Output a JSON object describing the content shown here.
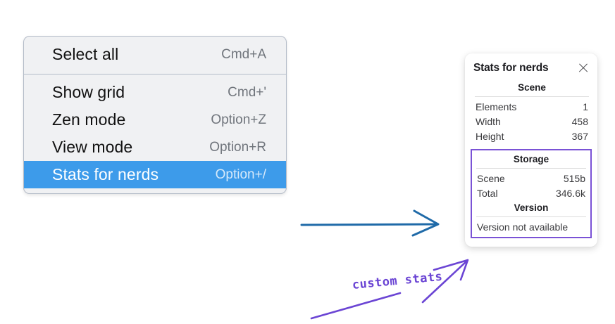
{
  "menu": {
    "sections": [
      {
        "items": [
          {
            "label": "Select all",
            "shortcut": "Cmd+A",
            "selected": false
          }
        ]
      },
      {
        "items": [
          {
            "label": "Show grid",
            "shortcut": "Cmd+'",
            "selected": false
          },
          {
            "label": "Zen mode",
            "shortcut": "Option+Z",
            "selected": false
          },
          {
            "label": "View mode",
            "shortcut": "Option+R",
            "selected": false
          },
          {
            "label": "Stats for nerds",
            "shortcut": "Option+/",
            "selected": true
          }
        ]
      }
    ]
  },
  "stats_panel": {
    "title": "Stats for nerds",
    "close_icon": "close-icon",
    "sections": [
      {
        "heading": "Scene",
        "rows": [
          {
            "key": "Elements",
            "value": "1"
          },
          {
            "key": "Width",
            "value": "458"
          },
          {
            "key": "Height",
            "value": "367"
          }
        ]
      },
      {
        "heading": "Storage",
        "rows": [
          {
            "key": "Scene",
            "value": "515b"
          },
          {
            "key": "Total",
            "value": "346.6k"
          }
        ]
      },
      {
        "heading": "Version",
        "note": "Version not available"
      }
    ]
  },
  "annotations": {
    "blue_arrow": "arrow-right-icon",
    "purple_note": "custom stats",
    "purple_arrow": "arrow-up-right-icon"
  },
  "colors": {
    "menu_background": "#f0f1f3",
    "menu_border": "#b4bcc8",
    "menu_highlight": "#3d9bea",
    "blue_arrow": "#1f6aa8",
    "purple_accent": "#6b45d4",
    "panel_background": "#ffffff",
    "custom_box_border": "#7a52d6"
  }
}
